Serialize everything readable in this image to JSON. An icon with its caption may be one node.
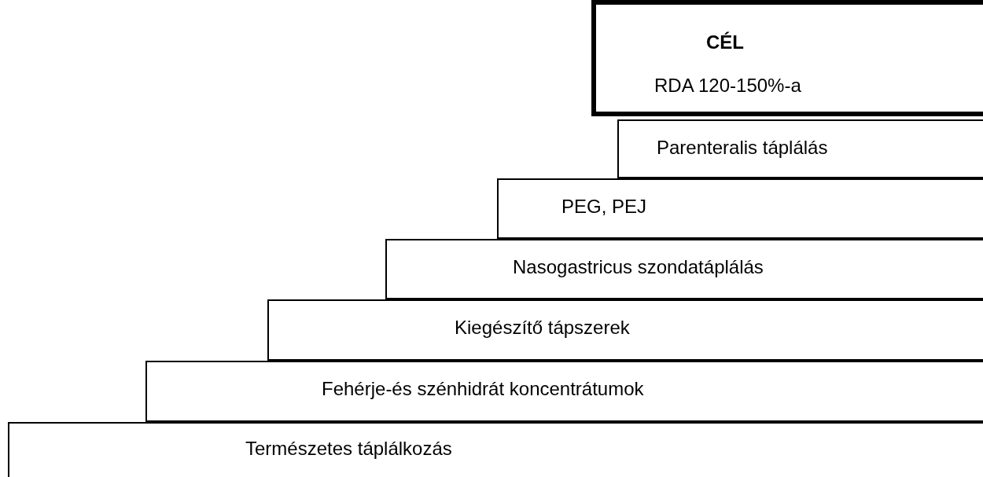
{
  "diagram": {
    "nodes": [
      {
        "text": [
          "CÉL",
          "RDA 120-150%-a"
        ]
      },
      {
        "text": [
          "Parenteralis táplálás"
        ]
      },
      {
        "text": [
          "PEG, PEJ"
        ]
      },
      {
        "text": [
          "Nasogastricus szondatáplálás"
        ]
      },
      {
        "text": [
          "Kiegészítő tápszerek"
        ]
      },
      {
        "text": [
          "Fehérje-és szénhidrát koncentrátumok"
        ]
      },
      {
        "text": [
          "Természetes táplálkozás"
        ]
      }
    ]
  }
}
